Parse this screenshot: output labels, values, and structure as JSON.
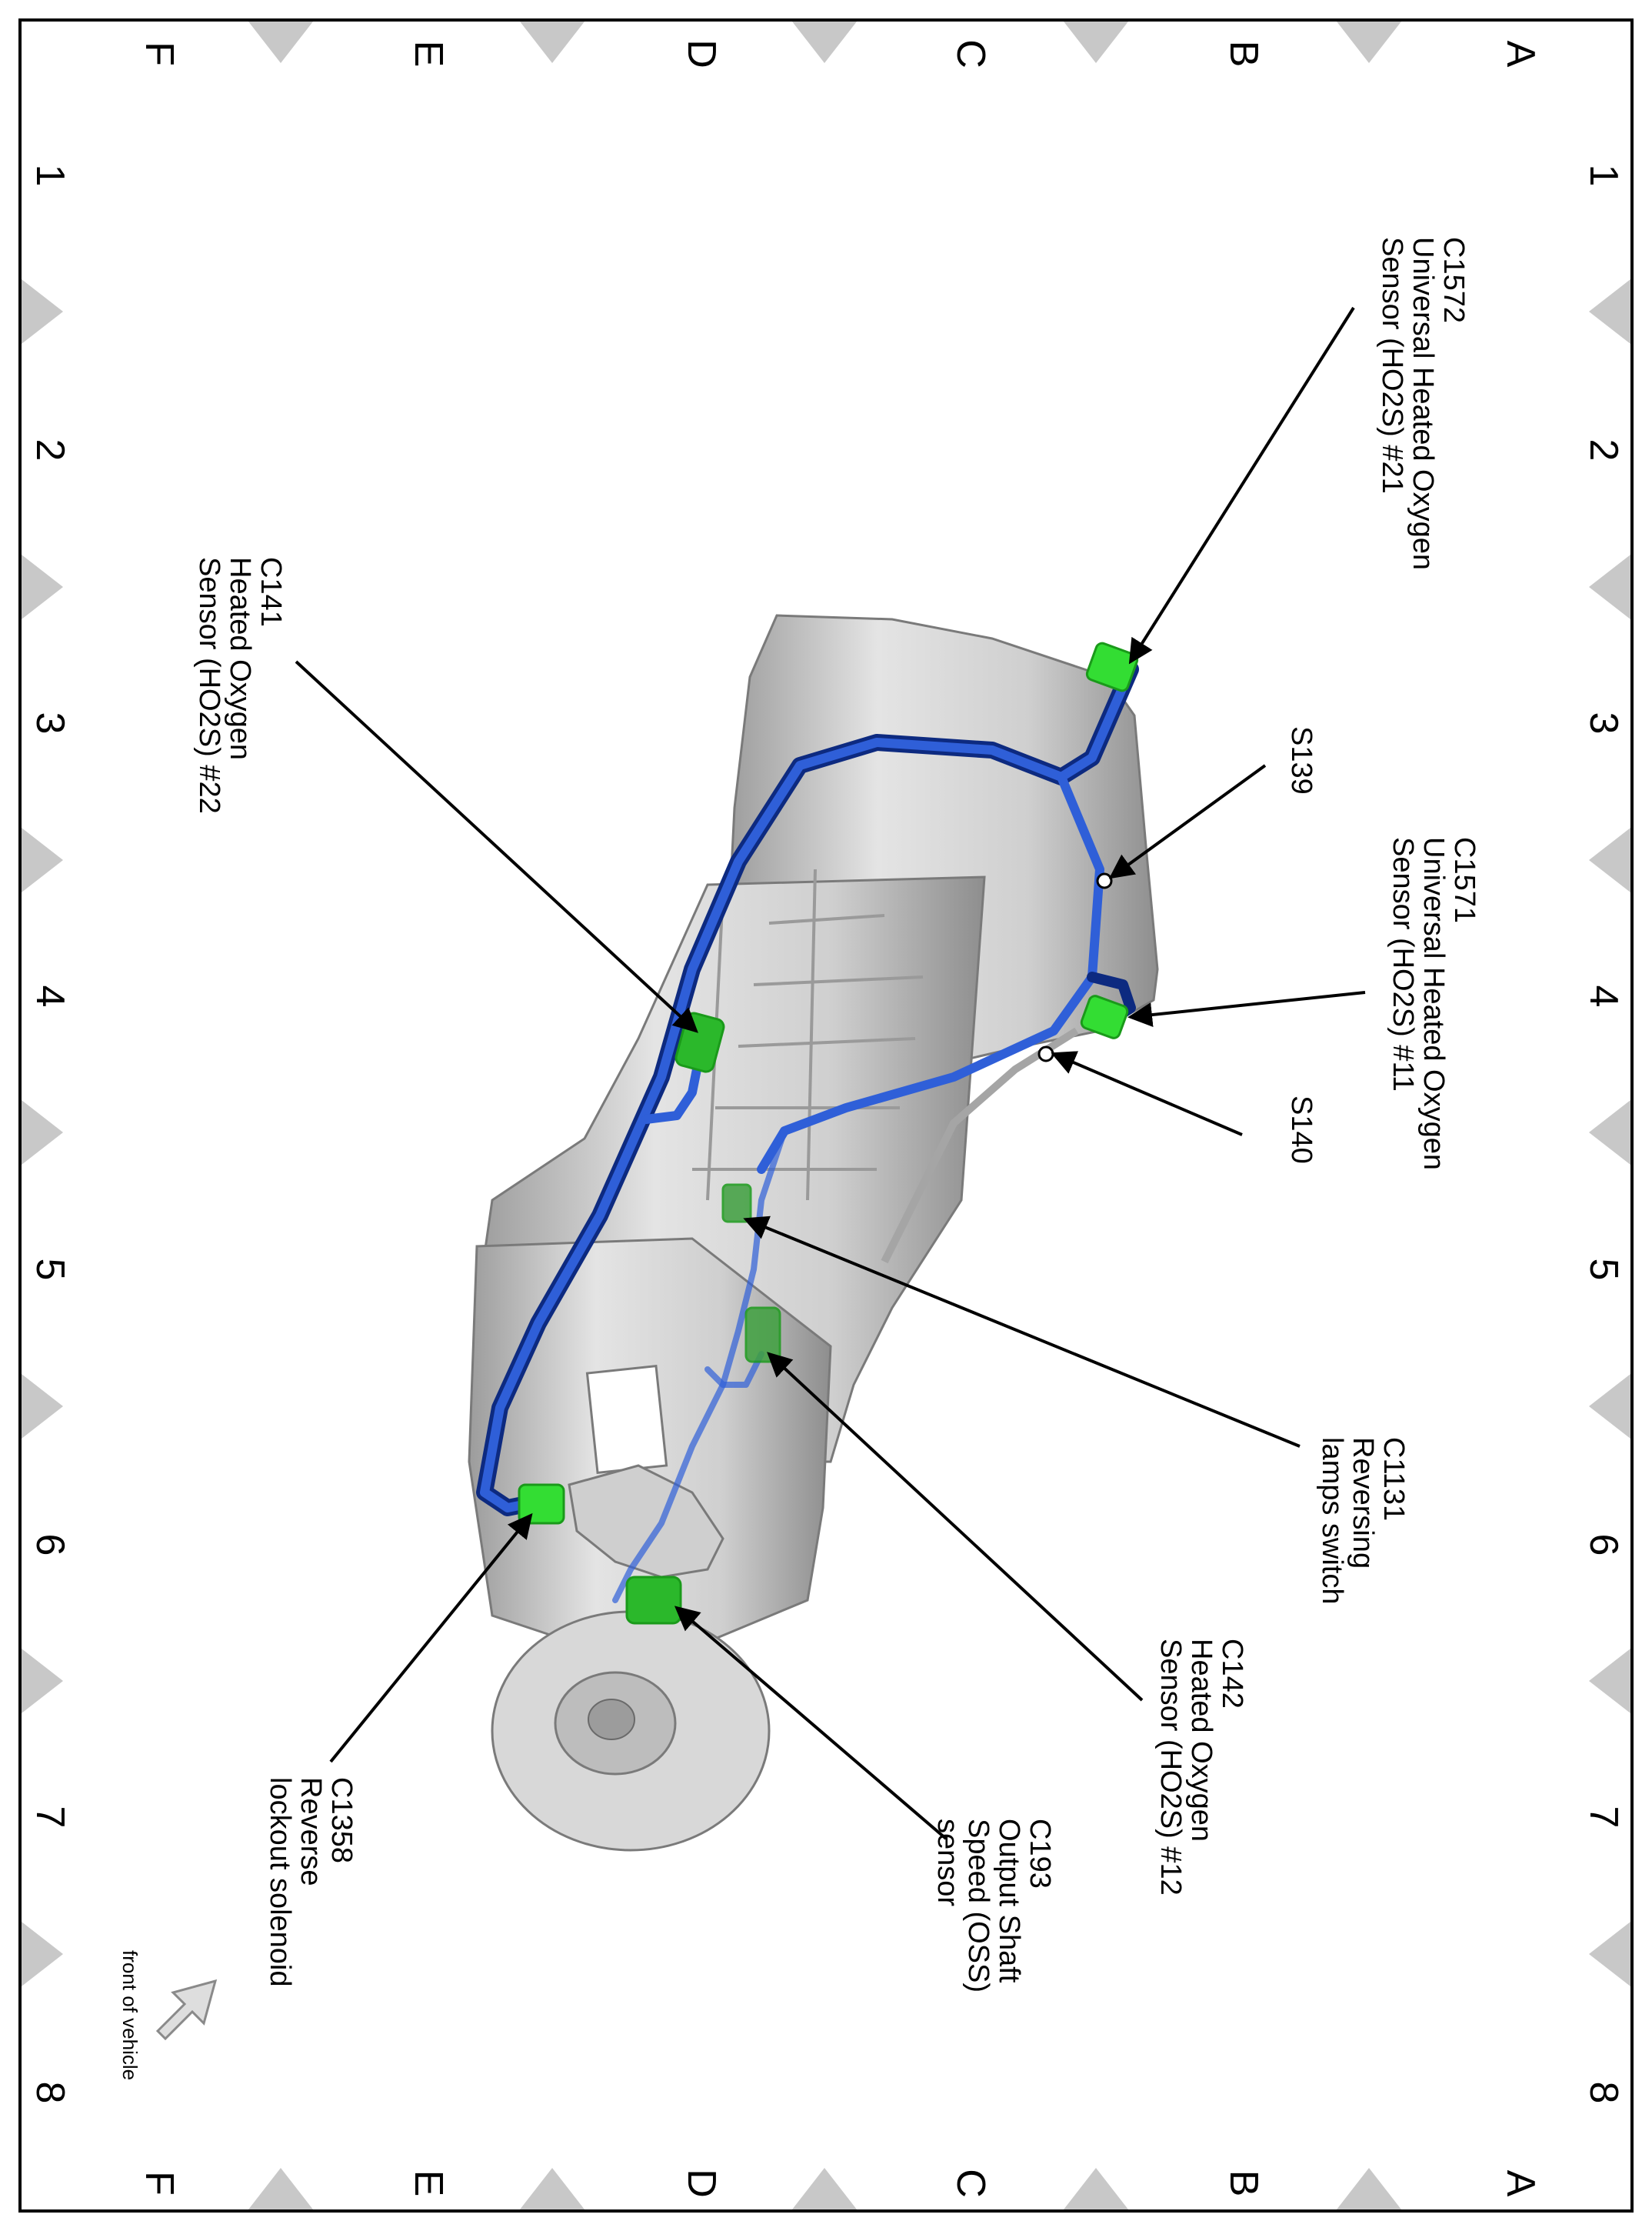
{
  "grid": {
    "rows": [
      "A",
      "B",
      "C",
      "D",
      "E",
      "F"
    ],
    "columns": [
      "1",
      "2",
      "3",
      "4",
      "5",
      "6",
      "7",
      "8"
    ]
  },
  "callouts": [
    {
      "id": "c1572",
      "lines": [
        "C1572",
        "Universal Heated Oxygen",
        "Sensor (HO2S) #21"
      ]
    },
    {
      "id": "s139",
      "lines": [
        "S139"
      ]
    },
    {
      "id": "c1571",
      "lines": [
        "C1571",
        "Universal Heated Oxygen",
        "Sensor (HO2S) #11"
      ]
    },
    {
      "id": "s140",
      "lines": [
        "S140"
      ]
    },
    {
      "id": "c1131",
      "lines": [
        "C1131",
        "Reversing",
        "lamps switch"
      ]
    },
    {
      "id": "c142",
      "lines": [
        "C142",
        "Heated Oxygen",
        "Sensor (HO2S) #12"
      ]
    },
    {
      "id": "c193",
      "lines": [
        "C193",
        "Output Shaft",
        "Speed (OSS)",
        "sensor"
      ]
    },
    {
      "id": "c141",
      "lines": [
        "C141",
        "Heated Oxygen",
        "Sensor (HO2S) #22"
      ]
    },
    {
      "id": "c1358",
      "lines": [
        "C1358",
        "Reverse",
        "lockout solenoid"
      ]
    }
  ],
  "orientation": {
    "label": "front of vehicle"
  },
  "colors": {
    "harness": "#1d46b8",
    "harness_dark": "#0d2a80",
    "connector": "#33dd33",
    "connector_dark": "#1a9a1a",
    "housing": "#d4d4d4",
    "housing_shade": "#a8a8a8",
    "frame": "#000000",
    "grid_marker": "#c8c8c8",
    "arrow_fill": "#dedede"
  }
}
